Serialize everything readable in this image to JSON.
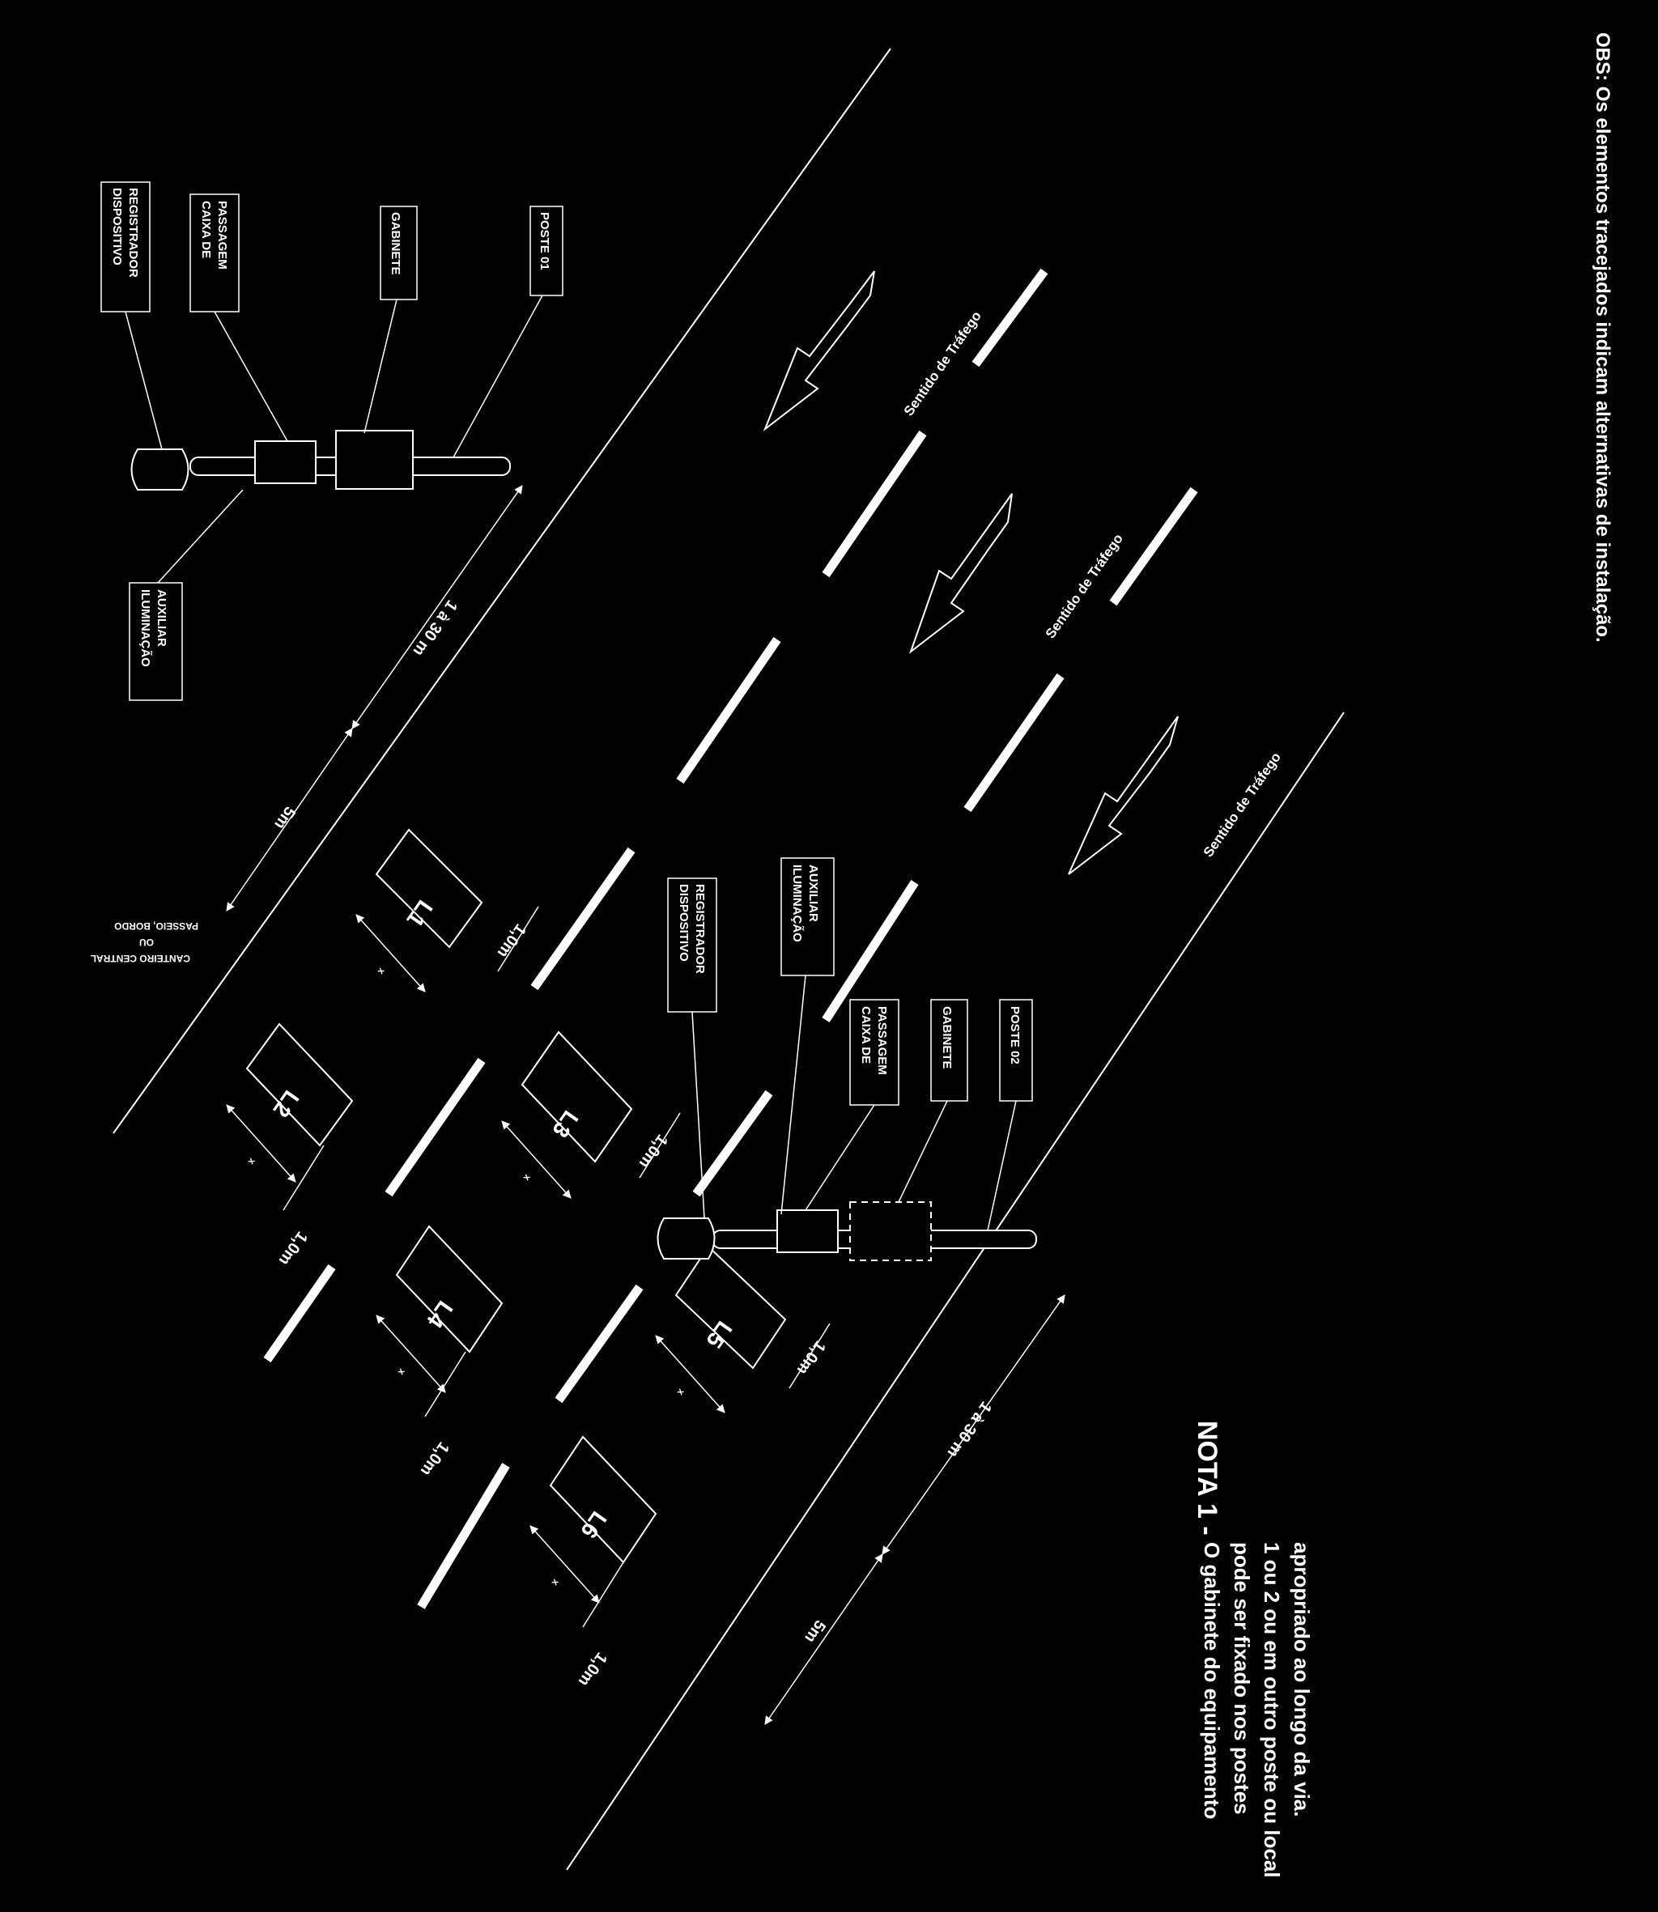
{
  "colors": {
    "background": "#000000",
    "ink": "#ffffff"
  },
  "obs": "OBS: Os elementos tracejados indicam alternativas de instalação.",
  "note": {
    "title": "NOTA 1 -",
    "lines": [
      "O gabinete do equipamento",
      "pode ser fixado nos postes",
      "1 ou 2 ou em outro poste ou local",
      "apropriado ao longo da via."
    ]
  },
  "poste01": {
    "poste": "POSTE 01",
    "gabinete": "GABINETE",
    "caixa": [
      "CAIXA DE",
      "PASSAGEM"
    ],
    "dispositivo": [
      "DISPOSITIVO",
      "REGISTRADOR"
    ],
    "iluminacao": [
      "ILUMINAÇÃO",
      "AUXILIAR"
    ]
  },
  "poste02": {
    "poste": "POSTE 02",
    "gabinete": "GABINETE",
    "caixa": [
      "CAIXA DE",
      "PASSAGEM"
    ],
    "dispositivo": [
      "DISPOSITIVO",
      "REGISTRADOR"
    ],
    "iluminacao": [
      "ILUMINAÇÃO",
      "AUXILIAR"
    ]
  },
  "traffic": "Sentido de Tráfego",
  "passeio": [
    "PASSEIO, BORDO",
    "OU",
    "CANTEIRO CENTRAL"
  ],
  "dims": {
    "range_top": "1 à 30 m",
    "range_bottom": "1 à 30 m",
    "five_top": "5m",
    "five_bottom": "5m",
    "one_m": "1,0m",
    "x": "x"
  },
  "loops": [
    "L1",
    "L2",
    "L3",
    "L4",
    "L5",
    "L6"
  ]
}
